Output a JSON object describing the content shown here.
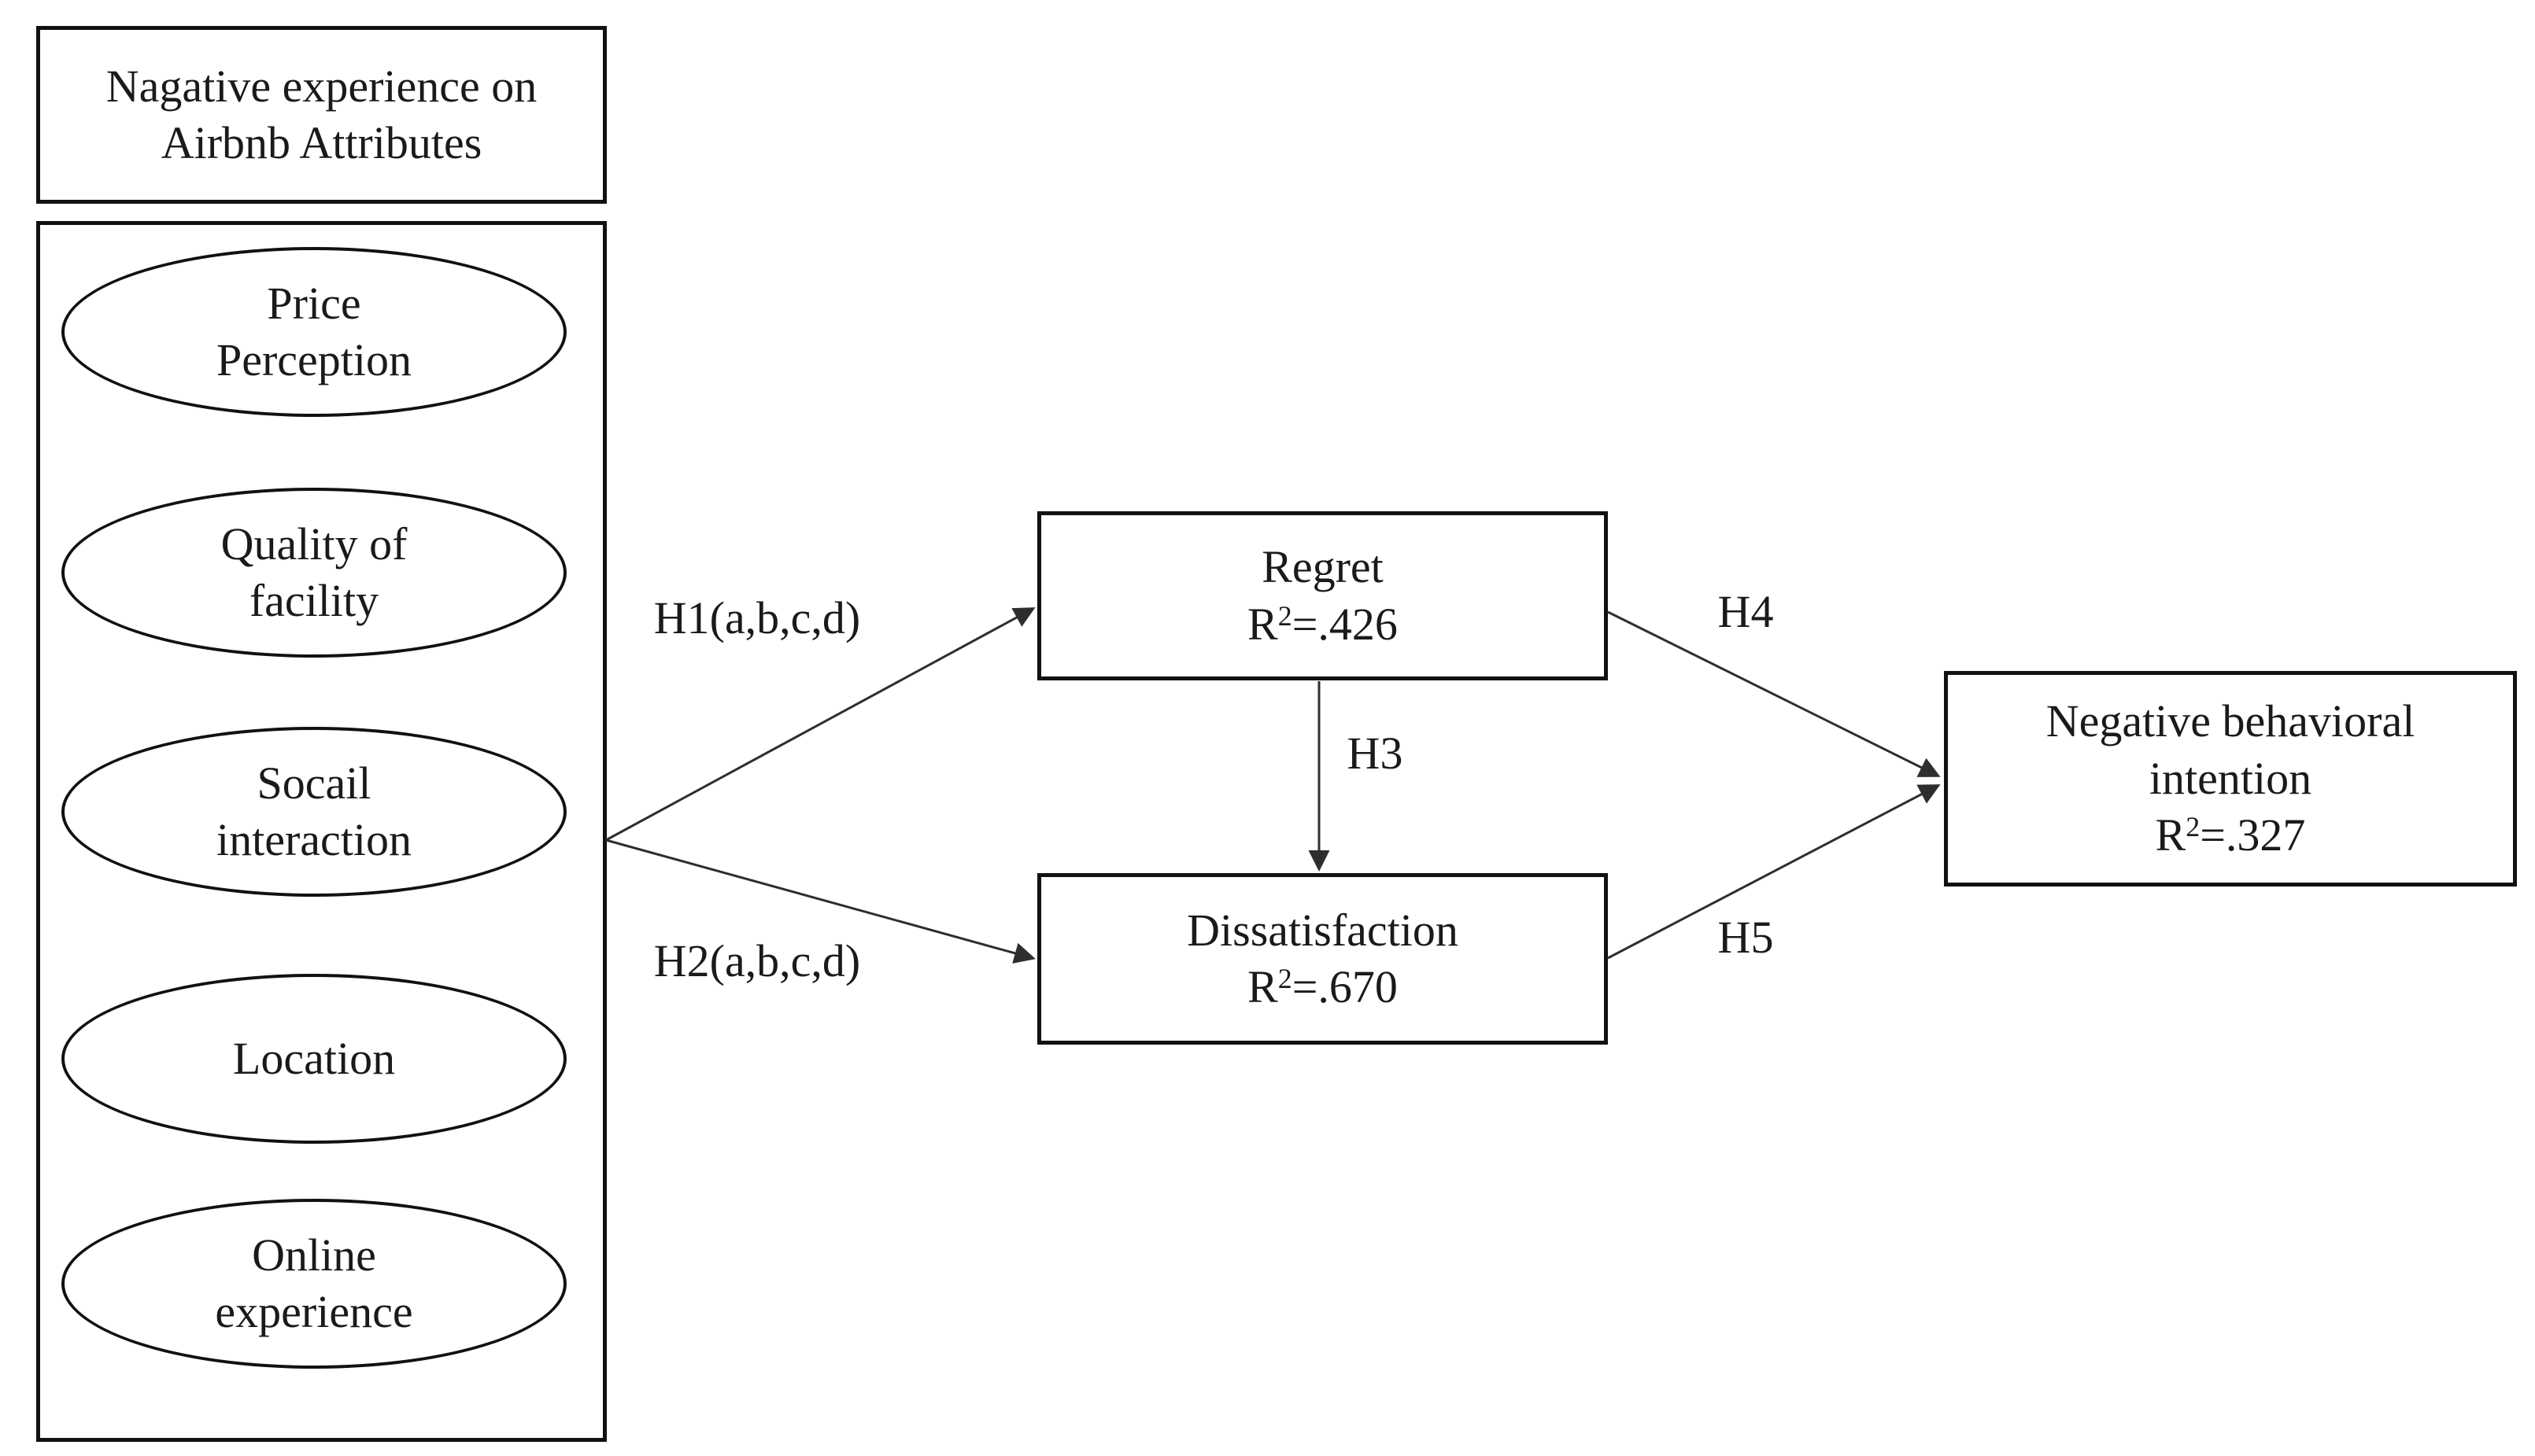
{
  "colors": {
    "background": "#ffffff",
    "border": "#111111",
    "line": "#2e2e2e",
    "text": "#1a1a1a"
  },
  "attributes_panel": {
    "title": "Nagative experience on\nAirbnb Attributes",
    "items": [
      {
        "text": "Price\nPerception"
      },
      {
        "text": "Quality of\nfacility"
      },
      {
        "text": "Socail\ninteraction"
      },
      {
        "text": "Location"
      },
      {
        "text": "Online\nexperience"
      }
    ]
  },
  "constructs": {
    "regret": {
      "name": "Regret",
      "r_label": "R",
      "r_sup": "2",
      "r_value": "=.426"
    },
    "dissatisfaction": {
      "name": "Dissatisfaction",
      "r_label": "R",
      "r_sup": "2",
      "r_value": "=.670"
    },
    "negative_behavioral_intention": {
      "name": "Negative behavioral\nintention",
      "r_label": "R",
      "r_sup": "2",
      "r_value": "=.327"
    }
  },
  "hypotheses": {
    "h1": "H1(a,b,c,d)",
    "h2": "H2(a,b,c,d)",
    "h3": "H3",
    "h4": "H4",
    "h5": "H5"
  }
}
